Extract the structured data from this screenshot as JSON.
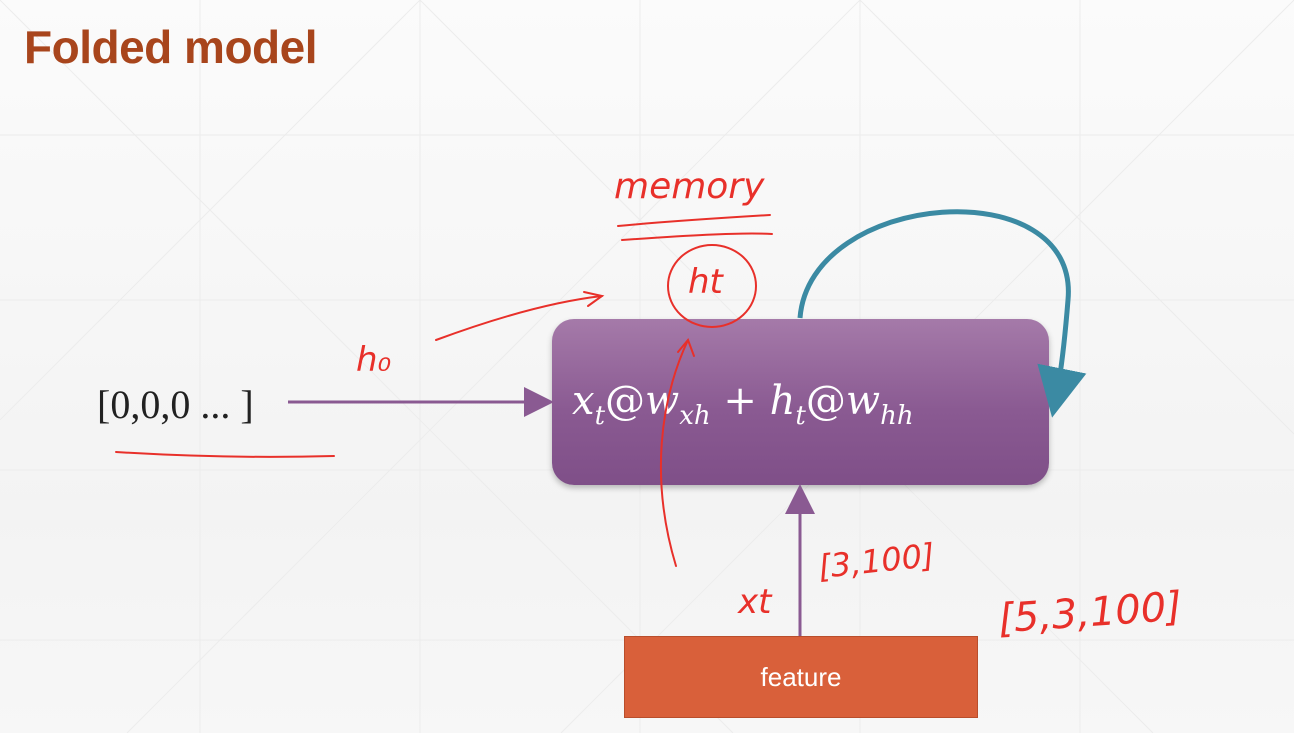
{
  "slide": {
    "title": "Folded model"
  },
  "diagram": {
    "initial_state": "[0,0,0 ... ]",
    "cell": {
      "x": "x",
      "x_sub": "t",
      "w1": "w",
      "w1_sub": "xh",
      "plus": "+",
      "h": "h",
      "h_sub": "t",
      "w2": "w",
      "w2_sub": "hh",
      "at": "@"
    },
    "input_box": "feature"
  },
  "annotations": {
    "memory": "memory",
    "hidden": "ht",
    "h0": "h₀",
    "xt": "xt",
    "shape_2d": "[3,100]",
    "shape_3d": "[5,3,100]"
  },
  "colors": {
    "title": "#a8451c",
    "cell": "#8a5a92",
    "arrow": "#8a5a92",
    "loop": "#3b8aa3",
    "feature": "#d9603a",
    "handwriting": "#e8302a"
  }
}
